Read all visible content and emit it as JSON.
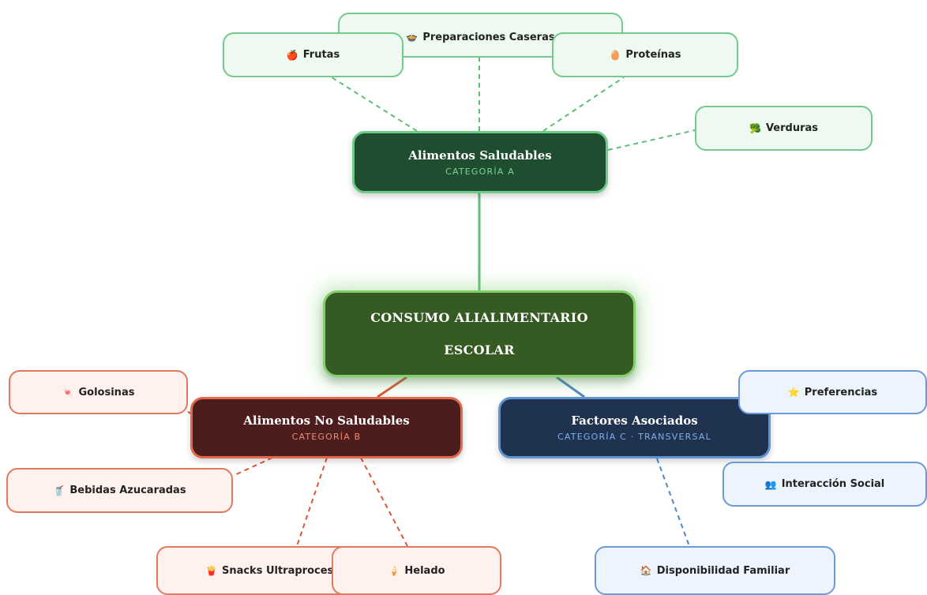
{
  "root": {
    "line1": "CONSUMO ALIALIMENTARIO",
    "line2": "ESCOLAR"
  },
  "categories": {
    "a": {
      "title": "Alimentos Saludables",
      "subtitle": "CATEGORÍA A"
    },
    "b": {
      "title": "Alimentos No Saludables",
      "subtitle": "CATEGORÍA B"
    },
    "c": {
      "title": "Factores Asociados",
      "subtitle": "CATEGORÍA C · TRANSVERSAL"
    }
  },
  "leaves": {
    "frutas": {
      "icon": "🍎",
      "label": "Frutas"
    },
    "preparaciones": {
      "icon": "🍲",
      "label": "Preparaciones Caseras"
    },
    "proteinas": {
      "icon": "🥚",
      "label": "Proteínas"
    },
    "verduras": {
      "icon": "🥦",
      "label": "Verduras"
    },
    "golosinas": {
      "icon": "🍬",
      "label": "Golosinas"
    },
    "bebidas": {
      "icon": "🥤",
      "label": "Bebidas Azucaradas"
    },
    "snacks": {
      "icon": "🍟",
      "label": "Snacks Ultraprocesados"
    },
    "helado": {
      "icon": "🍦",
      "label": "Helado"
    },
    "preferencias": {
      "icon": "⭐",
      "label": "Preferencias"
    },
    "interaccion": {
      "icon": "👥",
      "label": "Interacción Social"
    },
    "disponibilidad": {
      "icon": "🏠",
      "label": "Disponibilidad Familiar"
    }
  },
  "colors": {
    "green_line": "#5cbf77",
    "red_line": "#d9583a",
    "blue_line": "#4f86c6"
  }
}
